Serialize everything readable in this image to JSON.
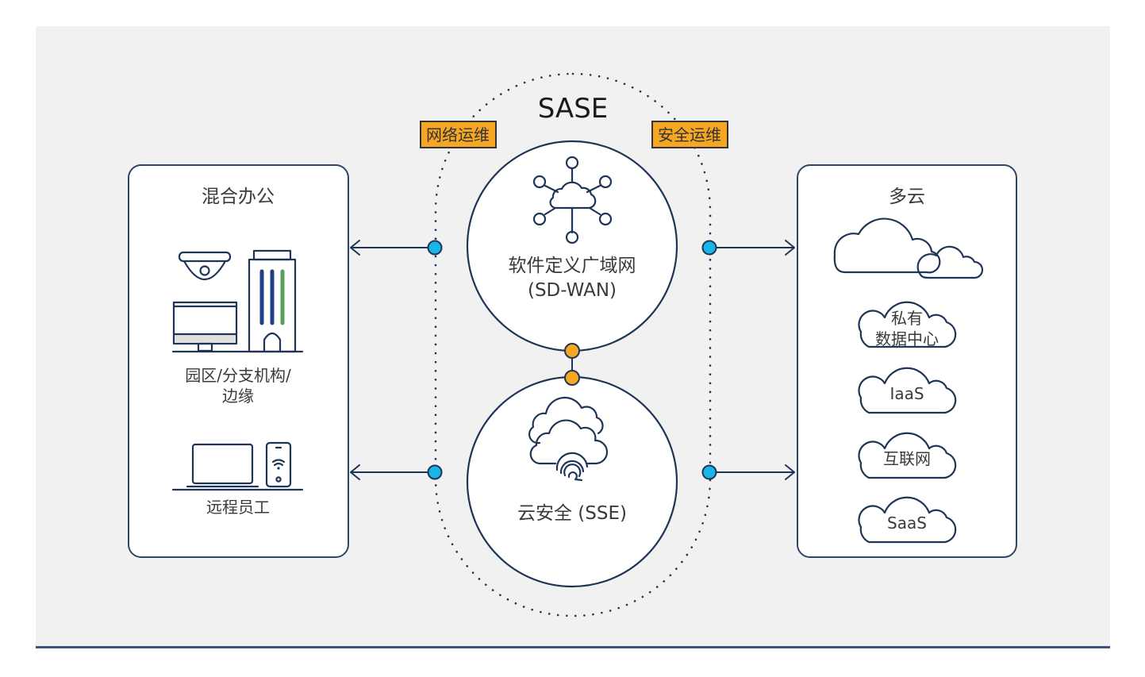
{
  "title": "SASE",
  "tags": {
    "network_ops": "网络运维",
    "security_ops": "安全运维"
  },
  "left_panel": {
    "title": "混合办公",
    "group1_label_line1": "园区/分支机构/",
    "group1_label_line2": "边缘",
    "group2_label": "远程员工"
  },
  "center": {
    "sdwan_line1": "软件定义广域网",
    "sdwan_line2": "(SD-WAN)",
    "sse_label": "云安全 (SSE)"
  },
  "right_panel": {
    "title": "多云",
    "clouds": [
      {
        "line1": "私有",
        "line2": "数据中心"
      },
      {
        "line1": "IaaS"
      },
      {
        "line1": "互联网"
      },
      {
        "line1": "SaaS"
      }
    ]
  },
  "colors": {
    "background_panel": "#f1f1f1",
    "outline": "#1f3556",
    "tag_fill": "#f5a623",
    "node_blue": "#19b5e8",
    "node_orange": "#f5a623",
    "building_accent_green": "#5a9e5a",
    "building_accent_blue": "#1f3f8a"
  }
}
